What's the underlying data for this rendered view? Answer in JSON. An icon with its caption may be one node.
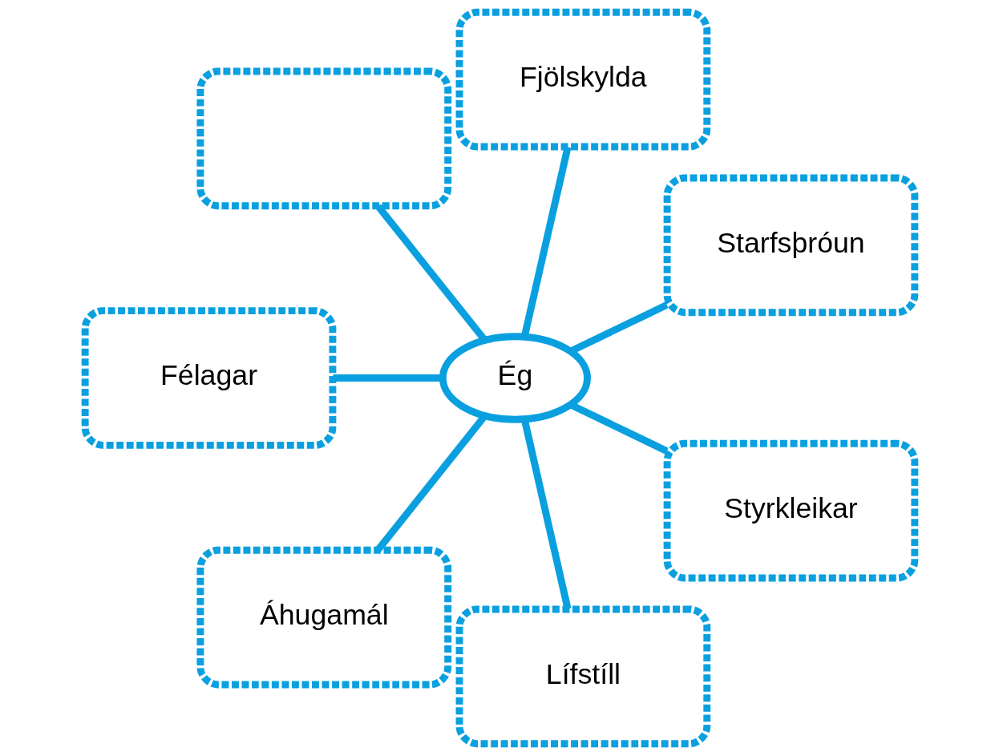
{
  "diagram": {
    "nodes": [
      {
        "text": [
          "Starfsþróun"
        ]
      },
      {
        "text": [
          "Fjölskylda"
        ]
      },
      {
        "text": [],
        "shape": "box"
      },
      {
        "text": [
          "Félagar"
        ]
      },
      {
        "text": [
          "Ég"
        ]
      },
      {
        "text": [
          "Áhugamál"
        ]
      },
      {
        "text": [
          "Lífstíll"
        ]
      },
      {
        "text": [
          "Styrkleikar"
        ]
      }
    ],
    "edges": [
      {
        "from": 4,
        "to": 0,
        "arrow": "none"
      },
      {
        "from": 4,
        "to": 1,
        "arrow": "none"
      },
      {
        "from": 4,
        "to": 2,
        "arrow": "none"
      },
      {
        "from": 4,
        "to": 3,
        "arrow": "none"
      },
      {
        "from": 4,
        "to": 5,
        "arrow": "none"
      },
      {
        "from": 4,
        "to": 6,
        "arrow": "none"
      },
      {
        "from": 4,
        "to": 7,
        "arrow": "none"
      }
    ]
  }
}
